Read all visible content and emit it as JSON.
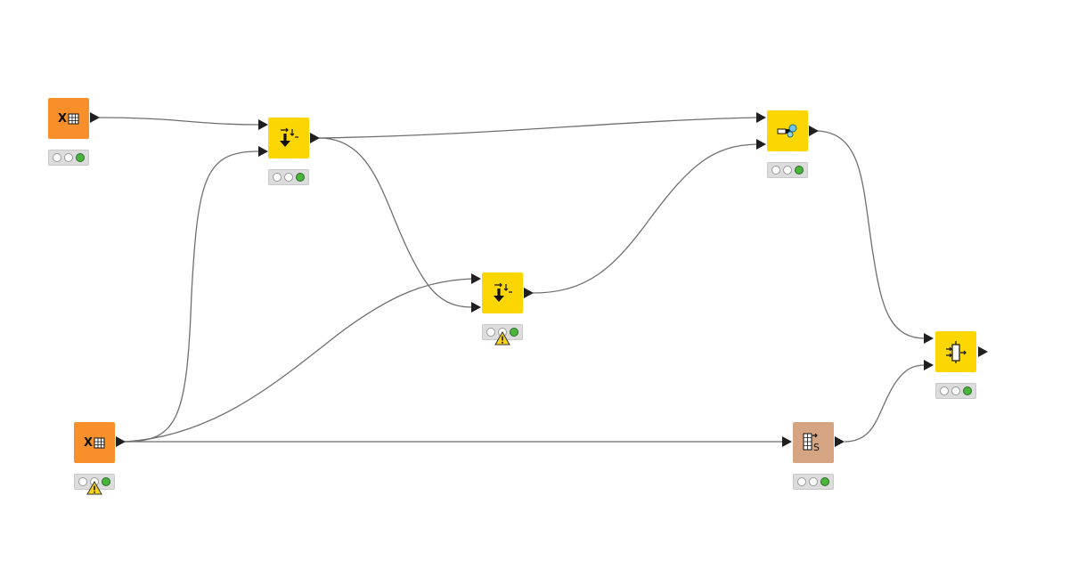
{
  "colors": {
    "source_node": "#f7902b",
    "manipulation_node": "#fcd600",
    "other_node": "#d4a483",
    "edge": "#6f6f6f",
    "port": "#1f1f1f",
    "status_bar": "#dcdcdc",
    "status_ok": "#49b53a",
    "warning": "#f7d21b"
  },
  "nodes": [
    {
      "id": "excel-reader-1",
      "kind": "source",
      "icon": "excel-reader-icon",
      "status": "executed",
      "warning": false
    },
    {
      "id": "joiner-1",
      "kind": "manipulation",
      "icon": "joiner-icon",
      "status": "executed",
      "warning": false
    },
    {
      "id": "joiner-2",
      "kind": "manipulation",
      "icon": "joiner-icon",
      "status": "executed",
      "warning": true
    },
    {
      "id": "concatenate-1",
      "kind": "manipulation",
      "icon": "concatenate-icon",
      "status": "executed",
      "warning": false
    },
    {
      "id": "excel-reader-2",
      "kind": "source",
      "icon": "excel-reader-icon",
      "status": "executed",
      "warning": true
    },
    {
      "id": "table-transform-1",
      "kind": "other",
      "icon": "table-transform-icon",
      "status": "executed",
      "warning": false
    },
    {
      "id": "column-merger-1",
      "kind": "manipulation",
      "icon": "column-merger-icon",
      "status": "executed",
      "warning": false
    }
  ],
  "connections": [
    {
      "from": "excel-reader-1",
      "to": "joiner-1",
      "to_port": 1
    },
    {
      "from": "excel-reader-2",
      "to": "joiner-1",
      "to_port": 2
    },
    {
      "from": "joiner-1",
      "to": "concatenate-1",
      "to_port": 1
    },
    {
      "from": "joiner-1",
      "to": "joiner-2",
      "to_port": 2
    },
    {
      "from": "excel-reader-2",
      "to": "joiner-2",
      "to_port": 1
    },
    {
      "from": "joiner-2",
      "to": "concatenate-1",
      "to_port": 2
    },
    {
      "from": "concatenate-1",
      "to": "column-merger-1",
      "to_port": 1
    },
    {
      "from": "excel-reader-2",
      "to": "table-transform-1",
      "to_port": 1
    },
    {
      "from": "table-transform-1",
      "to": "column-merger-1",
      "to_port": 2
    }
  ]
}
